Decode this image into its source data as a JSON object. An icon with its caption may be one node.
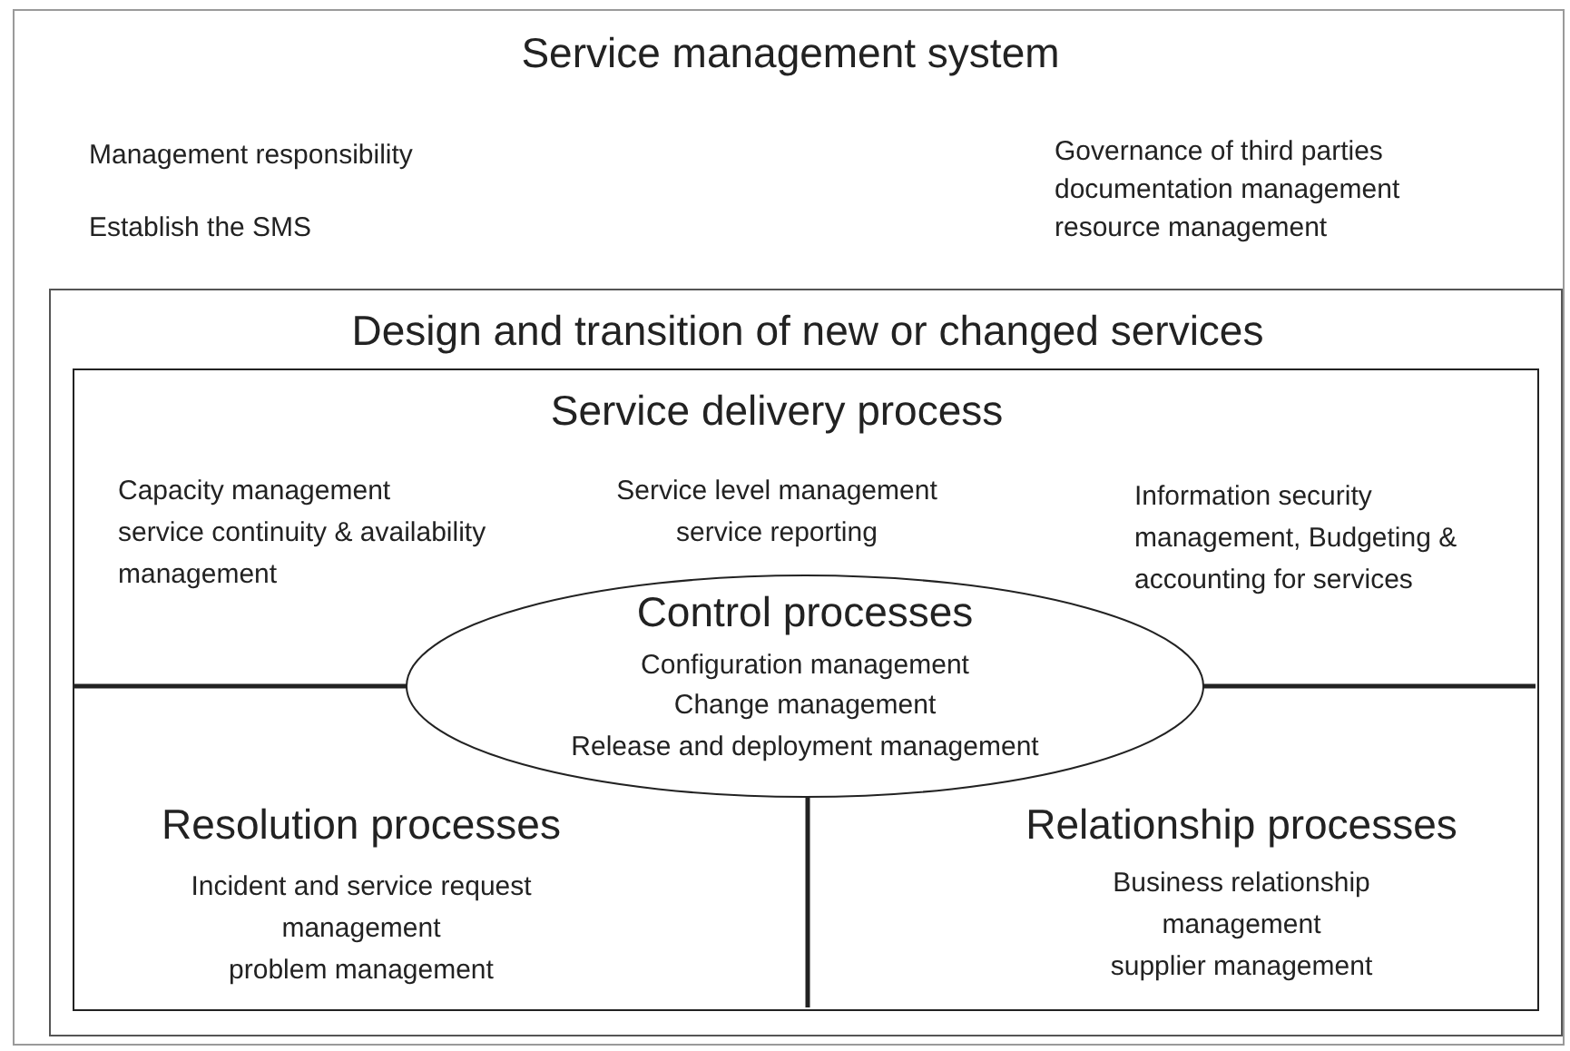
{
  "diagram": {
    "nodes": [
      {
        "text": [
          "Service management system",
          "Management responsibility",
          "Establish the SMS",
          "Governance of third parties",
          "documentation management",
          "resource management"
        ]
      },
      {
        "text": [
          "Design and transition of new or changed services"
        ],
        "in": 0
      },
      {
        "text": [
          "Service delivery process",
          "Capacity management",
          "service continuity & availability management",
          "Service level management",
          "service reporting",
          "Information security management, Budgeting & accounting for services"
        ],
        "in": 1
      },
      {
        "text": [
          "Control processes",
          "Configuration management",
          "Change management",
          "Release and deployment management"
        ],
        "in": 2
      },
      {
        "text": [
          "Resolution processes",
          "Incident and service request management",
          "problem management"
        ],
        "in": 2
      },
      {
        "text": [
          "Relationship processes",
          "Business relationship management",
          "supplier management"
        ],
        "in": 2
      }
    ]
  }
}
